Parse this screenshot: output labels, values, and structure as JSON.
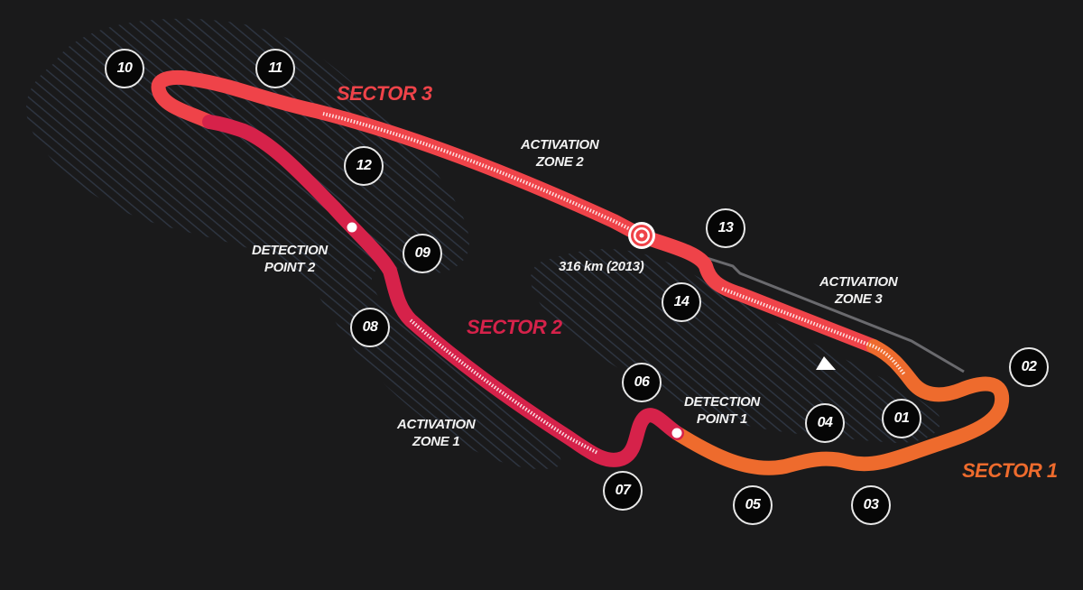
{
  "map": {
    "colors": {
      "background": "#1a1a1b",
      "sector1": "#ee6b2d",
      "sector2": "#d6224a",
      "sector3": "#ef4349",
      "pit_lane": "#6a6a6e",
      "hatch": "#2e3540"
    },
    "sectors": [
      {
        "id": "sector1",
        "label": "SECTOR 1"
      },
      {
        "id": "sector2",
        "label": "SECTOR 2"
      },
      {
        "id": "sector3",
        "label": "SECTOR 3"
      }
    ],
    "turns": [
      "01",
      "02",
      "03",
      "04",
      "05",
      "06",
      "07",
      "08",
      "09",
      "10",
      "11",
      "12",
      "13",
      "14"
    ],
    "drs": {
      "activation_zones": [
        {
          "line1": "ACTIVATION",
          "line2": "ZONE 1"
        },
        {
          "line1": "ACTIVATION",
          "line2": "ZONE 2"
        },
        {
          "line1": "ACTIVATION",
          "line2": "ZONE 3"
        }
      ],
      "detection_points": [
        {
          "line1": "DETECTION",
          "line2": "POINT 1"
        },
        {
          "line1": "DETECTION",
          "line2": "POINT 2"
        }
      ]
    },
    "speed_trap": {
      "icon": "speed-trap-icon",
      "label": "316 km (2013)"
    },
    "start_direction_icon": "direction-arrow-icon"
  }
}
